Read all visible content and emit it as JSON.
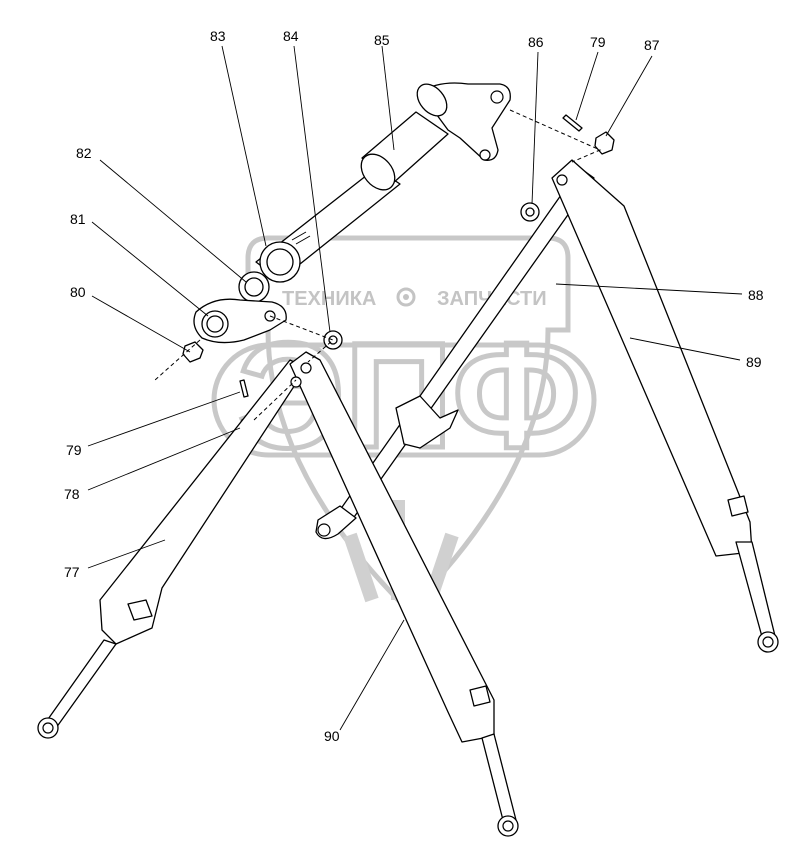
{
  "watermark": {
    "text_left": "ТЕХНИКА",
    "text_right": "ЗАПЧАСТИ",
    "letters": "ЭПФ"
  },
  "callouts": [
    {
      "id": "c77",
      "label": "77"
    },
    {
      "id": "c78",
      "label": "78"
    },
    {
      "id": "c79a",
      "label": "79"
    },
    {
      "id": "c79b",
      "label": "79"
    },
    {
      "id": "c80",
      "label": "80"
    },
    {
      "id": "c81",
      "label": "81"
    },
    {
      "id": "c82",
      "label": "82"
    },
    {
      "id": "c83",
      "label": "83"
    },
    {
      "id": "c84",
      "label": "84"
    },
    {
      "id": "c85",
      "label": "85"
    },
    {
      "id": "c86",
      "label": "86"
    },
    {
      "id": "c87",
      "label": "87"
    },
    {
      "id": "c88",
      "label": "88"
    },
    {
      "id": "c89",
      "label": "89"
    },
    {
      "id": "c90",
      "label": "90"
    }
  ]
}
